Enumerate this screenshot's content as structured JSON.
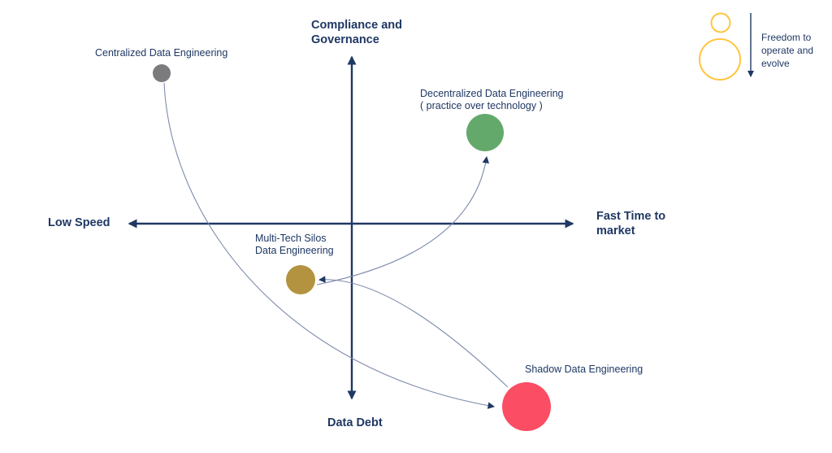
{
  "title": "Data Engineering operating models quadrant",
  "colors": {
    "axis": "#1F3864",
    "text": "#1F3864",
    "curve": "#7E8BAC",
    "arrow": "#1F3864",
    "legend_circle": "#FFC53D"
  },
  "axes": {
    "top": "Compliance and\nGovernance",
    "bottom": "Data Debt",
    "left": "Low Speed",
    "right": "Fast Time to\nmarket"
  },
  "nodes": {
    "centralized": {
      "label": "Centralized Data Engineering",
      "color": "#7B7B7D",
      "size": "small"
    },
    "decentralized": {
      "label": "Decentralized Data Engineering\n( practice over technology )",
      "color": "#63A96B",
      "size": "large"
    },
    "multitech": {
      "label": "Multi-Tech Silos\nData Engineering",
      "color": "#B3933F",
      "size": "medium"
    },
    "shadow": {
      "label": "Shadow Data Engineering",
      "color": "#FB4D63",
      "size": "largest"
    }
  },
  "edges": [
    {
      "from": "Centralized Data Engineering",
      "to": "Shadow Data Engineering"
    },
    {
      "from": "Shadow Data Engineering",
      "to": "Multi-Tech Silos Data Engineering"
    },
    {
      "from": "Multi-Tech Silos Data Engineering",
      "to": "Decentralized Data Engineering"
    }
  ],
  "legend": {
    "label": "Freedom to\noperate and\nevolve",
    "meaning": "bubble size"
  }
}
